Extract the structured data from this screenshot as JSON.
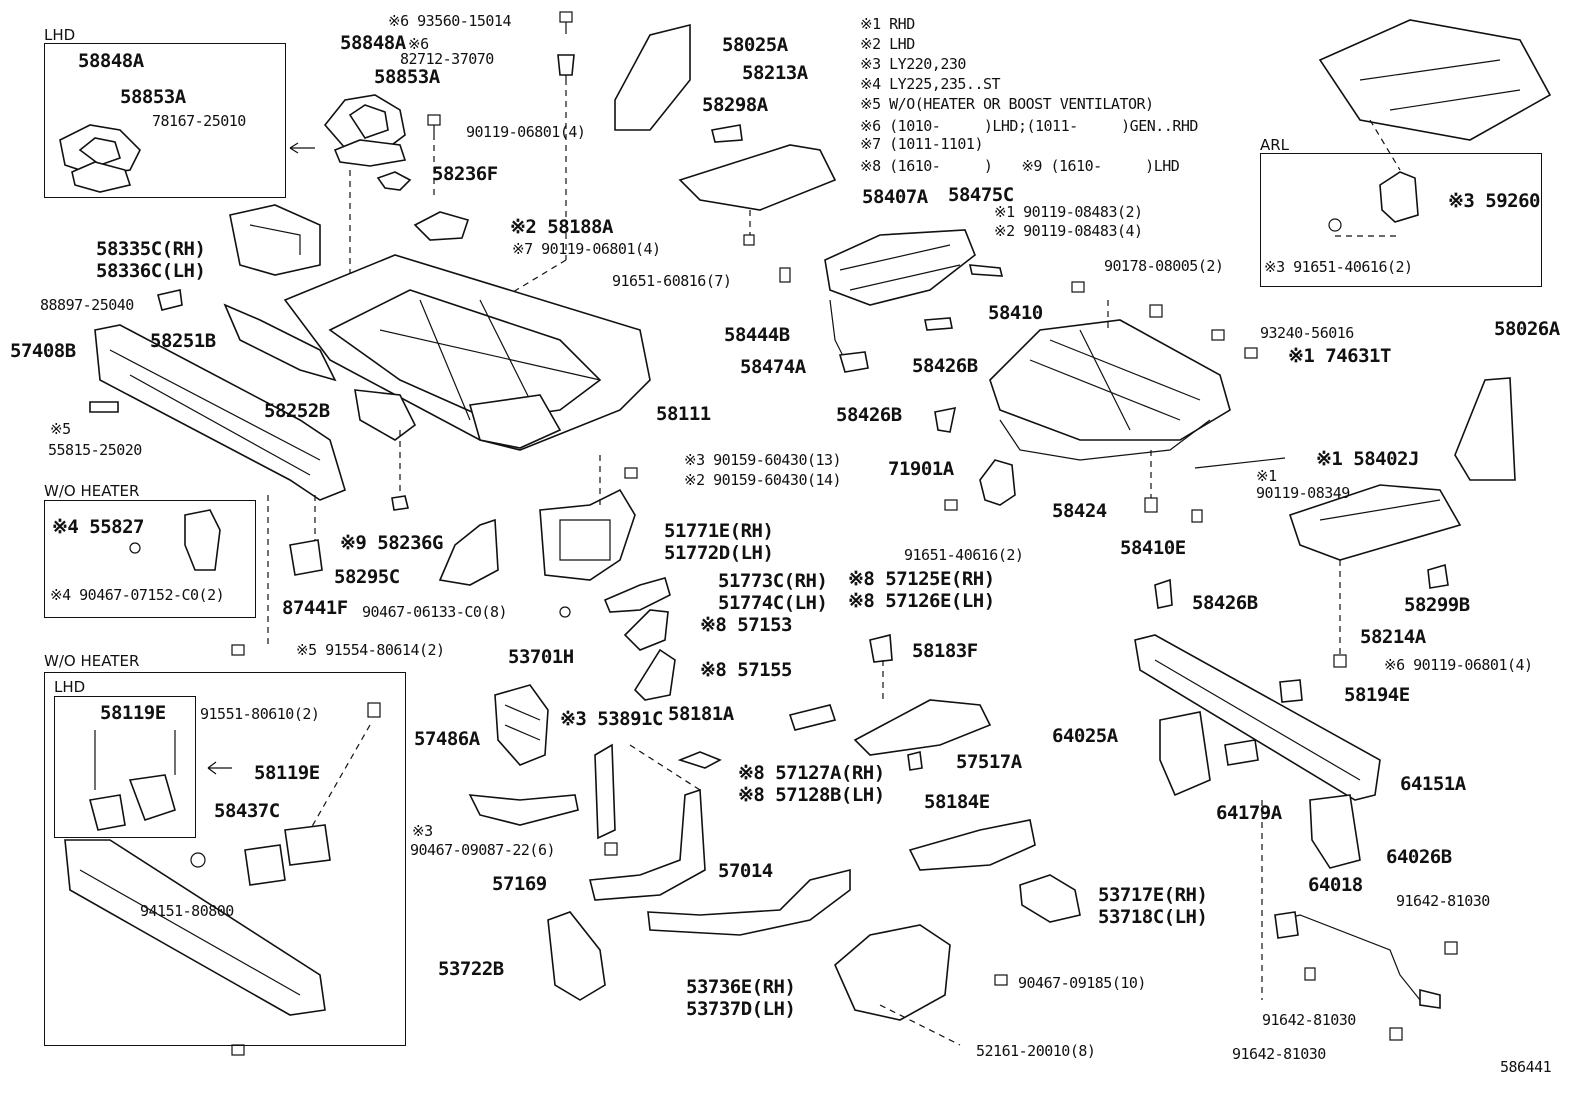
{
  "boxes": {
    "lhd_top": "LHD",
    "arl": "ARL",
    "wo_heater_1": "W/O HEATER",
    "wo_heater_2": "W/O HEATER",
    "lhd_inner": "LHD"
  },
  "notes": [
    "※1 RHD",
    "※2 LHD",
    "※3 LY220,230",
    "※4 LY225,235..ST",
    "※5 W/O(HEATER OR BOOST VENTILATOR)",
    "※6 (1010-　　　)LHD;(1011-　　　)GEN..RHD",
    "※7 (1011-1101)",
    "※8 (1610-　　　)　　※9 (1610-　　　)LHD"
  ],
  "labels": {
    "p58848A_box": "58848A",
    "p58853A_box": "58853A",
    "p78167": "78167-25010",
    "p58848A": "58848A",
    "p6a": "※6",
    "p58853A": "58853A",
    "p93560": "※6 93560-15014",
    "p82712": "82712-37070",
    "p90119_06801_4": "90119-06801(4)",
    "p58236F": "58236F",
    "p58025A": "58025A",
    "p58213A": "58213A",
    "p58298A": "58298A",
    "p58188A": "※2 58188A",
    "p90119_06801_7": "※7 90119-06801(4)",
    "p91651_60816": "91651-60816(7)",
    "p58407A": "58407A",
    "p58475C": "58475C",
    "p90119_08483_2": "※1 90119-08483(2)",
    "p90119_08483_4": "※2 90119-08483(4)",
    "p90178": "90178-08005(2)",
    "p58410": "58410",
    "p93240": "93240-56016",
    "p74631T": "※1 74631T",
    "p59260": "※3 59260",
    "p91651_40616_arl": "※3 91651-40616(2)",
    "p58026A": "58026A",
    "p58335C": "58335C(RH)",
    "p58336C": "58336C(LH)",
    "p88897": "88897-25040",
    "p57408B": "57408B",
    "p58251B": "58251B",
    "p58111": "58111",
    "p58444B": "58444B",
    "p58474A": "58474A",
    "p58426B_1": "58426B",
    "p58426B_2": "58426B",
    "p58426B_3": "58426B",
    "p55815_note": "※5",
    "p55815": "55815-25020",
    "p58252B": "58252B",
    "p90159_13": "※3 90159-60430(13)",
    "p90159_14": "※2 90159-60430(14)",
    "p71901A": "71901A",
    "p58424": "58424",
    "p58402J": "※1 58402J",
    "p90119_08349_note": "※1",
    "p90119_08349": "90119-08349",
    "p55827": "※4 55827",
    "p90467_07152": "※4 90467-07152-C0(2)",
    "p58236G": "※9 58236G",
    "p58295C": "58295C",
    "p87441F": "87441F",
    "p51771E": "51771E(RH)",
    "p51772D": "51772D(LH)",
    "p51773C": "51773C(RH)",
    "p51774C": "51774C(LH)",
    "p90467_06133": "90467-06133-C0(8)",
    "p57153": "※8 57153",
    "p57155": "※8 57155",
    "p91651_40616": "91651-40616(2)",
    "p57125E": "※8 57125E(RH)",
    "p57126E": "※8 57126E(LH)",
    "p58410E": "58410E",
    "p58214A": "58214A",
    "p58299B": "58299B",
    "p90119_06801_6": "※6 90119-06801(4)",
    "p91554": "※5 91554-80614(2)",
    "p53701H": "53701H",
    "p53891C": "※3 53891C",
    "p58181A": "58181A",
    "p58183F": "58183F",
    "p58194E": "58194E",
    "p64025A": "64025A",
    "p64151A": "64151A",
    "p64179A": "64179A",
    "p58119E_1": "58119E",
    "p91551": "91551-80610(2)",
    "p58119E_2": "58119E",
    "p58437C": "58437C",
    "p94151": "94151-80800",
    "p57486A": "57486A",
    "p57127A": "※8 57127A(RH)",
    "p57128B": "※8 57128B(LH)",
    "p57517A": "57517A",
    "p58184E": "58184E",
    "p64026B": "64026B",
    "p90467_09087_note": "※3",
    "p90467_09087": "90467-09087-22(6)",
    "p57169": "57169",
    "p57014": "57014",
    "p53717E": "53717E(RH)",
    "p53718C": "53718C(LH)",
    "p64018": "64018",
    "p91642_1": "91642-81030",
    "p53722B": "53722B",
    "p90467_09185": "90467-09185(10)",
    "p53736E": "53736E(RH)",
    "p53737D": "53737D(LH)",
    "p91642_2": "91642-81030",
    "p52161": "52161-20010(8)",
    "p91642_3": "91642-81030",
    "p586441": "586441"
  }
}
